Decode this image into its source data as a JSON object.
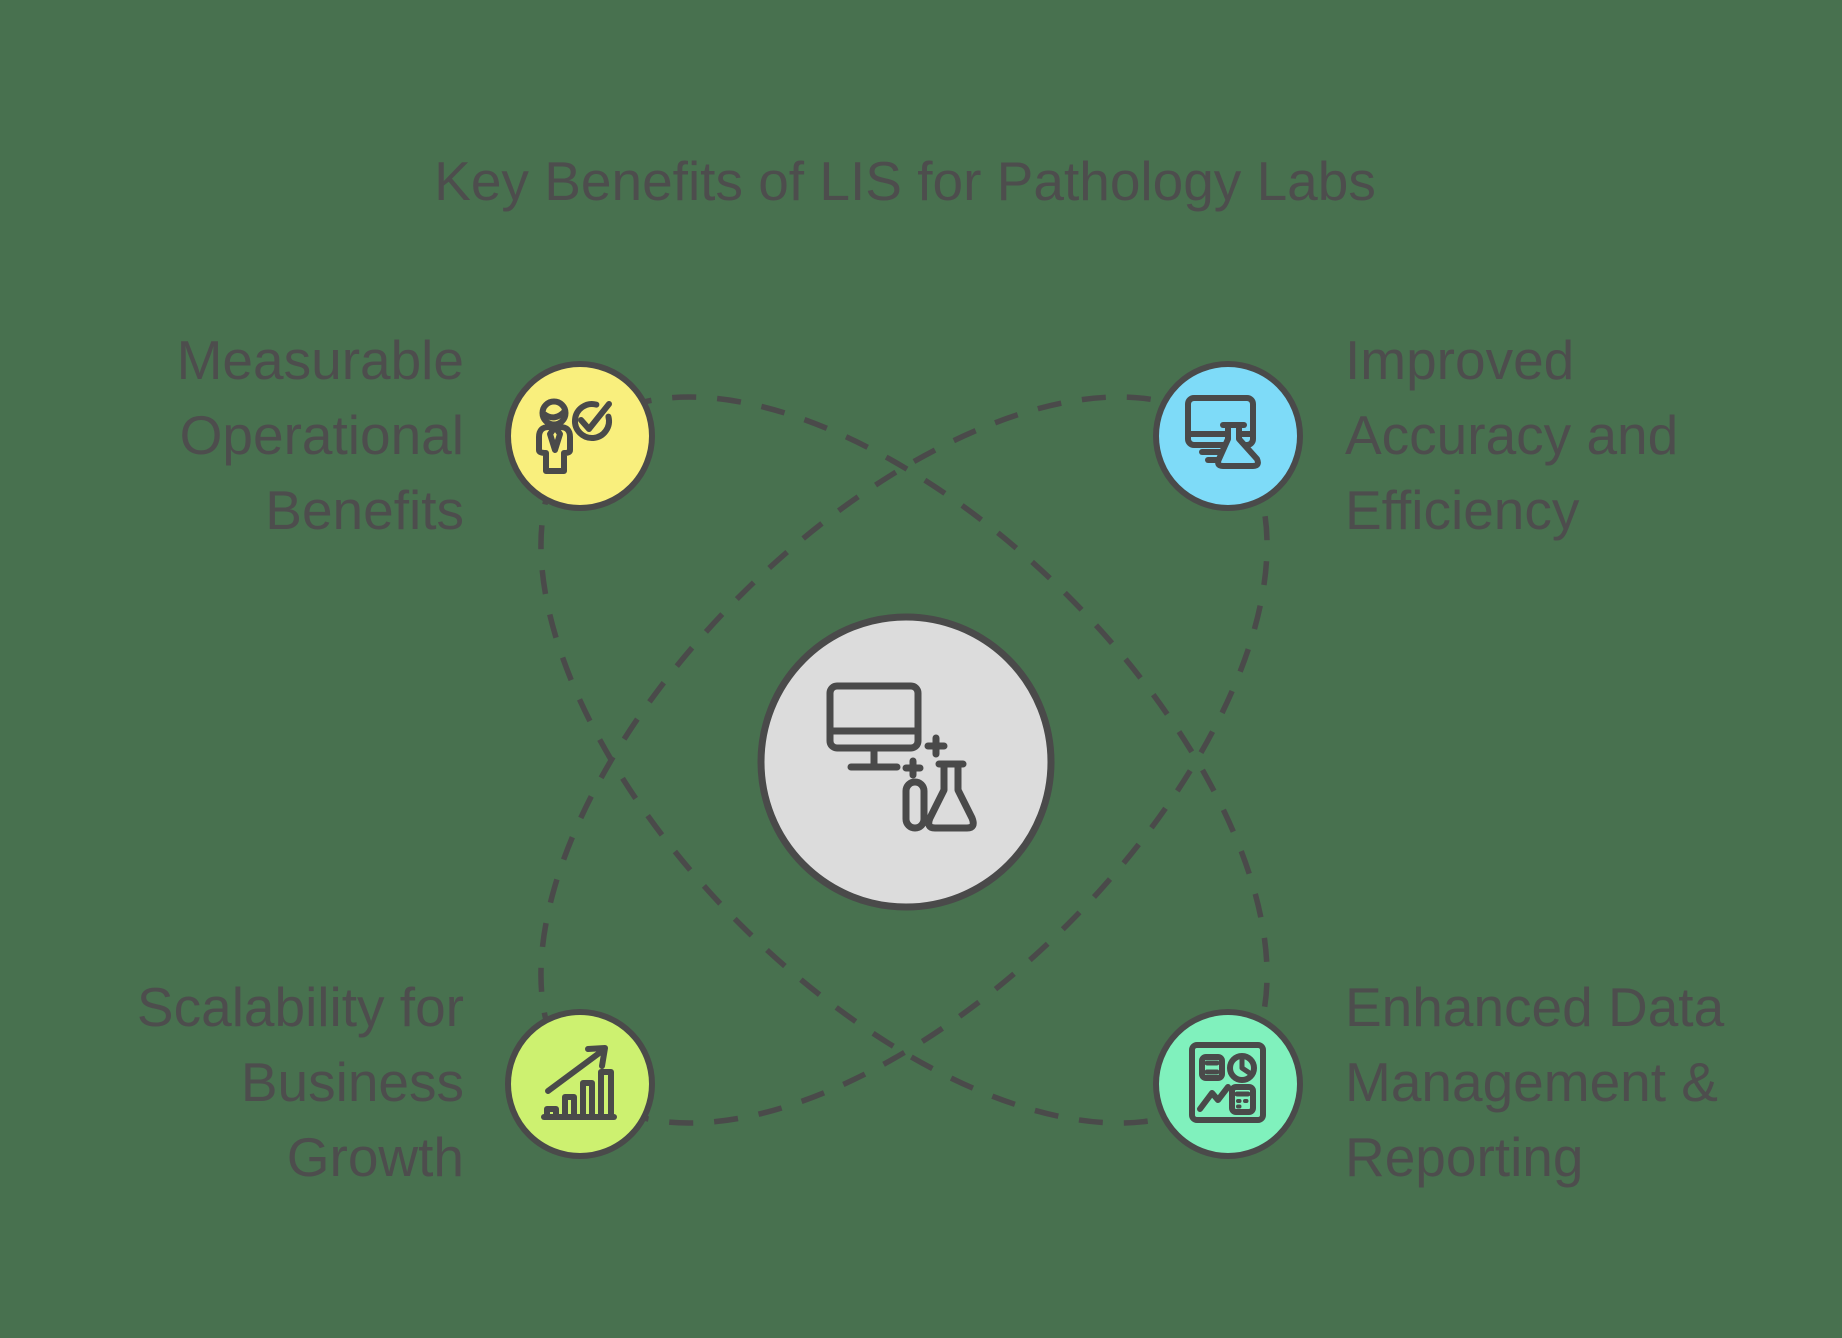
{
  "title": "Key Benefits of LIS for Pathology Labs",
  "colors": {
    "background": "#48714F",
    "stroke": "#4A4A4A",
    "text": "#4D4D4D",
    "center_fill": "#DCDCDC",
    "node_yellow": "#F9EF7D",
    "node_blue": "#7EDBF8",
    "node_lime": "#CDF170",
    "node_mint": "#80F1BD"
  },
  "center": {
    "icon": "computer-lab-system-icon",
    "fill": "#DCDCDC"
  },
  "nodes": [
    {
      "id": "measurable-operational-benefits",
      "position": "top-left",
      "lines": [
        "Measurable",
        "Operational",
        "Benefits"
      ],
      "icon": "person-checkmark-icon",
      "fill": "#F9EF7D"
    },
    {
      "id": "improved-accuracy-and-efficiency",
      "position": "top-right",
      "lines": [
        "Improved",
        "Accuracy and",
        "Efficiency"
      ],
      "icon": "monitor-flask-icon",
      "fill": "#7EDBF8"
    },
    {
      "id": "scalability-for-business-growth",
      "position": "bottom-left",
      "lines": [
        "Scalability for",
        "Business",
        "Growth"
      ],
      "icon": "growth-bar-chart-icon",
      "fill": "#CDF170"
    },
    {
      "id": "enhanced-data-management-reporting",
      "position": "bottom-right",
      "lines": [
        "Enhanced Data",
        "Management &",
        "Reporting"
      ],
      "icon": "dashboard-report-icon",
      "fill": "#80F1BD"
    }
  ]
}
